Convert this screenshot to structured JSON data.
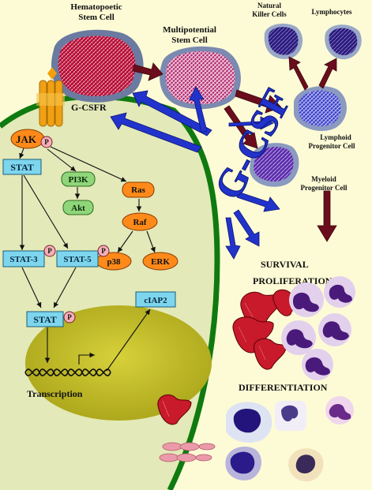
{
  "cells": {
    "hematopoetic_line1": "Hematopoetic",
    "hematopoetic_line2": "Stem Cell",
    "multipotential_line1": "Multipotential",
    "multipotential_line2": "Stem Cell",
    "nk_line1": "Natural",
    "nk_line2": "Killer Cells",
    "lymphocytes": "Lymphocytes",
    "lymphoid_line1": "Lymphoid",
    "lymphoid_line2": "Progenitor Cell",
    "myeloid_line1": "Myeloid",
    "myeloid_line2": "Progenitor Cell"
  },
  "receptor": {
    "name": "G-CSFR",
    "jak": "JAK",
    "p": "P"
  },
  "ligand": "G-CSF",
  "signaling": {
    "stat": "STAT",
    "pi3k": "PI3K",
    "akt": "Akt",
    "ras": "Ras",
    "raf": "Raf",
    "p38": "p38",
    "erk": "ERK",
    "stat3": "STAT-3",
    "stat5": "STAT-5",
    "stat_nuclear": "STAT",
    "ciap2": "cIAP2",
    "transcription": "Transcription"
  },
  "outcomes": {
    "survival": "SURVIVAL",
    "proliferation": "PROLIFERATION",
    "differentiation": "DIFFERENTIATION"
  },
  "colors": {
    "background": "#fdfbd6",
    "cytoplasm": "#e3e9b8",
    "membrane": "#0f7a0f",
    "nucleus": "#c8c22a",
    "gcsf_blue": "#2233cc",
    "maroon_arrow": "#6b0d1c",
    "stat_box": "#7dd6ee",
    "pi3k_box": "#8fd67a",
    "ras_box": "#ff8a1a"
  }
}
